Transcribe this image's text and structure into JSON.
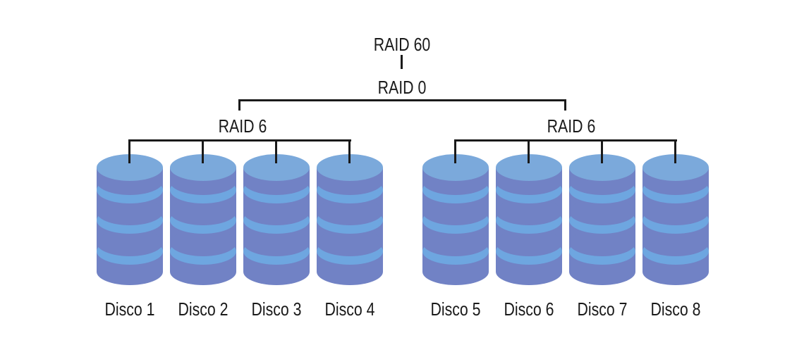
{
  "diagram": {
    "root_label": "RAID 60",
    "stripe_label": "RAID 0",
    "groups": [
      {
        "label": "RAID 6",
        "disks": [
          "Disco 1",
          "Disco 2",
          "Disco 3",
          "Disco 4"
        ]
      },
      {
        "label": "RAID 6",
        "disks": [
          "Disco 5",
          "Disco 6",
          "Disco 7",
          "Disco 8"
        ]
      }
    ]
  },
  "icons": {
    "disk": "disk-cylinder-icon"
  },
  "colors": {
    "line": "#1a1a1a",
    "text": "#1a1a1a",
    "disk_top": "#7BA9DB",
    "disk_body": "#7182C5",
    "disk_stripe": "#6EA6E0",
    "background": "#ffffff"
  }
}
